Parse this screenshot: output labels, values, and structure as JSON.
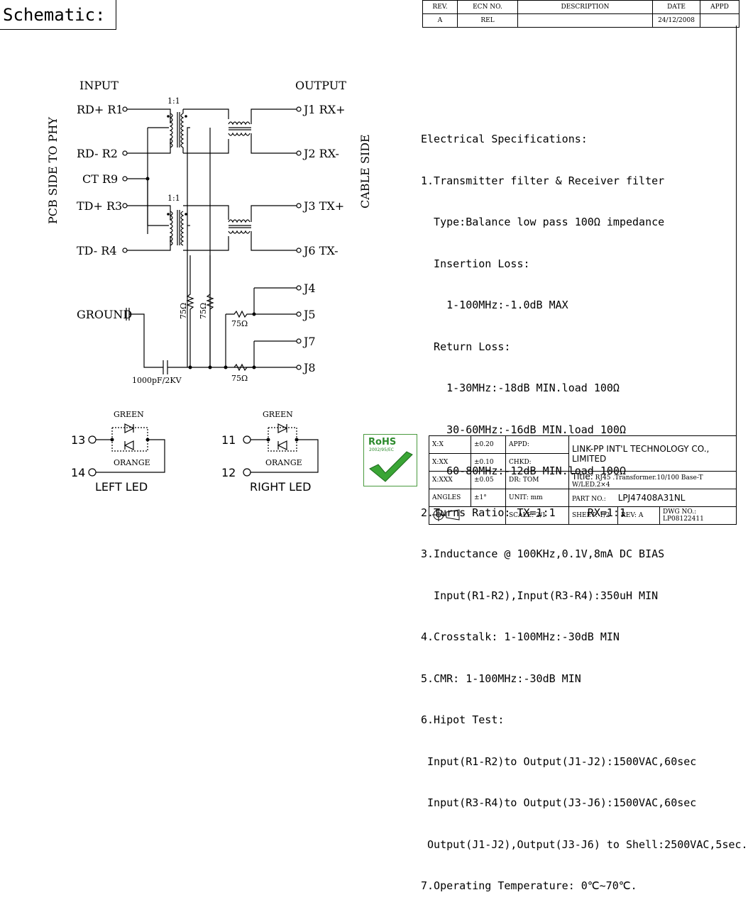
{
  "header": {
    "title": "Schematic:"
  },
  "revision_table": {
    "columns": [
      "REV.",
      "ECN NO.",
      "DESCRIPTION",
      "DATE",
      "APPD"
    ],
    "rows": [
      [
        "A",
        "REL",
        "",
        "24/12/2008",
        ""
      ]
    ]
  },
  "schematic": {
    "input_label": "INPUT",
    "output_label": "OUTPUT",
    "side_left": "PCB SIDE TO PHY",
    "side_right": "CABLE SIDE",
    "ratio_top": "1:1",
    "ratio_bottom": "1:1",
    "pins_left": [
      "RD+ R1",
      "RD- R2",
      "CT R9",
      "TD+ R3",
      "TD- R4"
    ],
    "ground": "GROUND",
    "pins_right": [
      "J1 RX+",
      "J2 RX-",
      "J3 TX+",
      "J6 TX-",
      "J4",
      "J5",
      "J7",
      "J8"
    ],
    "res_a": "75Ω",
    "res_b": "75Ω",
    "res_c": "75Ω",
    "res_d": "75Ω",
    "cap": "1000pF/2KV"
  },
  "leds": {
    "left": {
      "top_color": "GREEN",
      "bottom_color": "ORANGE",
      "pin_top": "13",
      "pin_bottom": "14",
      "caption": "LEFT LED"
    },
    "right": {
      "top_color": "GREEN",
      "bottom_color": "ORANGE",
      "pin_top": "11",
      "pin_bottom": "12",
      "caption": "RIGHT LED"
    }
  },
  "rohs": {
    "label": "RoHS",
    "sub": "2002/95/EC"
  },
  "specs": [
    "Electrical Specifications:",
    "1.Transmitter filter & Receiver filter",
    "  Type:Balance low pass 100Ω impedance",
    "  Insertion Loss:",
    "    1-100MHz:-1.0dB MAX",
    "  Return Loss:",
    "    1-30MHz:-18dB MIN.load 100Ω",
    "    30-60MHz:-16dB MIN.load 100Ω",
    "    60-80MHz:-12dB MIN.load 100Ω",
    "2.Turns Ratio: TX=1:1     RX=1:1",
    "3.Inductance @ 100KHz,0.1V,8mA DC BIAS",
    "  Input(R1-R2),Input(R3-R4):350uH MIN",
    "4.Crosstalk: 1-100MHz:-30dB MIN",
    "5.CMR: 1-100MHz:-30dB MIN",
    "6.Hipot Test:",
    " Input(R1-R2)to Output(J1-J2):1500VAC,60sec",
    " Input(R3-R4)to Output(J3-J6):1500VAC,60sec",
    " Output(J1-J2),Output(J3-J6) to Shell:2500VAC,5sec.",
    "7.Operating Temperature: 0℃~70℃."
  ],
  "title_block": {
    "tol": [
      {
        "k": "X:X",
        "v": "±0.20"
      },
      {
        "k": "X:XX",
        "v": "±0.10"
      },
      {
        "k": "X:XXX",
        "v": "±0.05"
      },
      {
        "k": "ANGLES",
        "v": "±1°"
      }
    ],
    "appd": "APPD:",
    "chkd": "CHKD:",
    "dr": "DR:   TOM",
    "unit": "UNIT:   mm",
    "company": "LINK-PP INT'L TECHNOLOGY CO., LIMITED",
    "title_label": "Title:",
    "title_value": "RJ45 .Transformer.10/100 Base-T W/LED.2×4",
    "part_label": "PART NO.:",
    "part_value": "LPJ47408A31NL",
    "scale": "SCALE:   2/1",
    "sheet": "SHEET:   1/2",
    "rev": "REV:   A",
    "dwg": "DWG NO.:  LP08122411"
  }
}
